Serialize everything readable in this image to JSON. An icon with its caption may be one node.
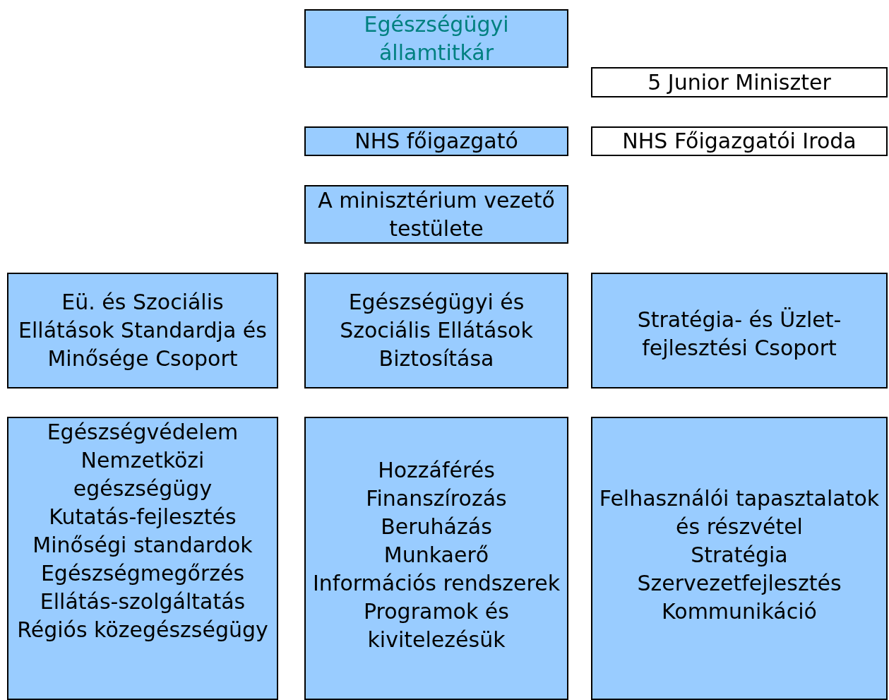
{
  "diagram": {
    "nodes": [
      {
        "text": [
          "Egészségügyi államtitkár"
        ]
      },
      {
        "text": [
          "5 Junior Miniszter"
        ]
      },
      {
        "text": [
          "NHS főigazgató"
        ]
      },
      {
        "text": [
          "NHS Főigazgatói Iroda"
        ]
      },
      {
        "text": [
          "A minisztérium vezető testülete"
        ]
      },
      {
        "text": [
          "Eü. és Szociális Ellátások Standardja és Minősége Csoport"
        ]
      },
      {
        "text": [
          "Egészségügyi és Szociális Ellátások Biztosítása"
        ]
      },
      {
        "text": [
          "Stratégia- és Üzlet-fejlesztési Csoport"
        ]
      },
      {
        "text": [
          "Egészségvédelem",
          "Nemzetközi egészségügy",
          "Kutatás-fejlesztés",
          "Minőségi standardok",
          "Egészségmegőrzés",
          "Ellátás-szolgáltatás",
          "Régiós közegészségügy"
        ]
      },
      {
        "text": [
          "Hozzáférés",
          "Finanszírozás",
          "Beruházás",
          "Munkaerő",
          "Információs rendszerek",
          "Programok és kivitelezésük"
        ]
      },
      {
        "text": [
          "Felhasználói tapasztalatok és részvétel",
          "Stratégia",
          "Szervezetfejlesztés",
          "Kommunikáció"
        ]
      }
    ],
    "edges": []
  }
}
